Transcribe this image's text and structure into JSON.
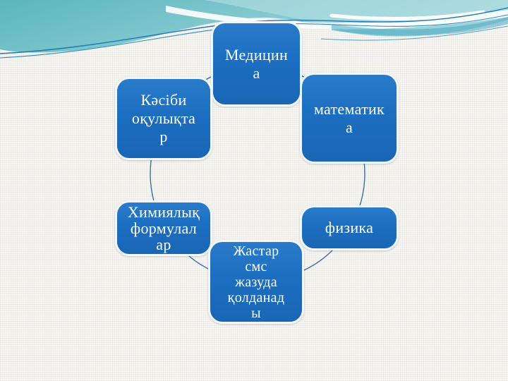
{
  "theme": {
    "background_color": "#f6f5f1",
    "header_teal": "#66bcc3",
    "header_teal_light": "#a9dade",
    "header_line_blue": "#1f78b0",
    "node_fill": "#1b6ec2",
    "node_border": "#ffffff",
    "node_text_color": "#ffffff",
    "connector_color": "#3b6e9f"
  },
  "diagram": {
    "type": "cycle",
    "nodes": [
      {
        "id": "medicine",
        "label": "Медицин\nа"
      },
      {
        "id": "professional-textbooks",
        "label": "Кәсіби\nоқулықта\nр"
      },
      {
        "id": "mathematics",
        "label": "математик\nа"
      },
      {
        "id": "chemical-formulas",
        "label": "Химиялық\nформулал\nар"
      },
      {
        "id": "physics",
        "label": "физика"
      },
      {
        "id": "youth-sms-usage",
        "label": "Жастар\nсмс\nжазуда\nқолданад\nы"
      }
    ]
  }
}
